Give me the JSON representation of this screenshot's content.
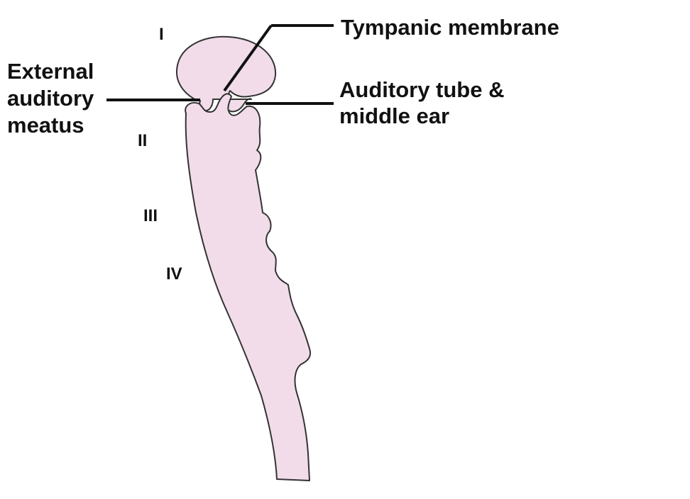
{
  "colors": {
    "tissue_fill": "#f2dcea",
    "outline": "#333333",
    "leader_line": "#111111",
    "text": "#111111",
    "background": "#ffffff"
  },
  "labels": {
    "tympanic_membrane": "Tympanic membrane",
    "auditory_tube_line1": "Auditory tube &",
    "auditory_tube_line2": "middle ear",
    "external_line1": "External",
    "external_line2": "auditory",
    "external_line3": "meatus"
  },
  "pouches": {
    "i": "I",
    "ii": "II",
    "iii": "III",
    "iv": "IV"
  }
}
